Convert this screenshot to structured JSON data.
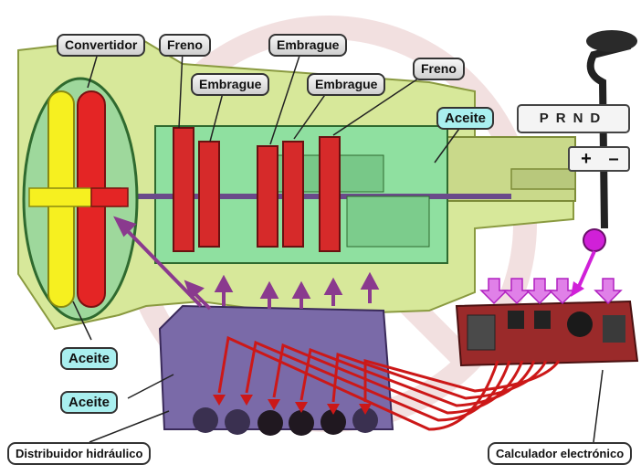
{
  "labels": {
    "convertidor": "Convertidor",
    "freno_1": "Freno",
    "embrague_1": "Embrague",
    "embrague_2": "Embrague",
    "embrague_3": "Embrague",
    "freno_2": "Freno",
    "aceite_top": "Aceite",
    "aceite_left_1": "Aceite",
    "aceite_left_2": "Aceite",
    "distribuidor": "Distribuidor hidráulico",
    "calculador": "Calculador electrónico"
  },
  "shifter": {
    "positions": "PRND",
    "plus": "+",
    "minus": "–"
  },
  "colors": {
    "casing": "#d7e89a",
    "gearbox": "#8fe0a0",
    "converter_red": "#e42525",
    "converter_yellow": "#f6f020",
    "clutch": "#d62a2a",
    "pressure_arrow": "#8a3a8e",
    "control_arrow": "#d020d8",
    "signal_line": "#cc1818",
    "valve_body": "#7a6aa8",
    "ecu_board": "#9a2a2a",
    "callout_cyan": "#a9efef",
    "watermark": "#e9c8c8"
  }
}
